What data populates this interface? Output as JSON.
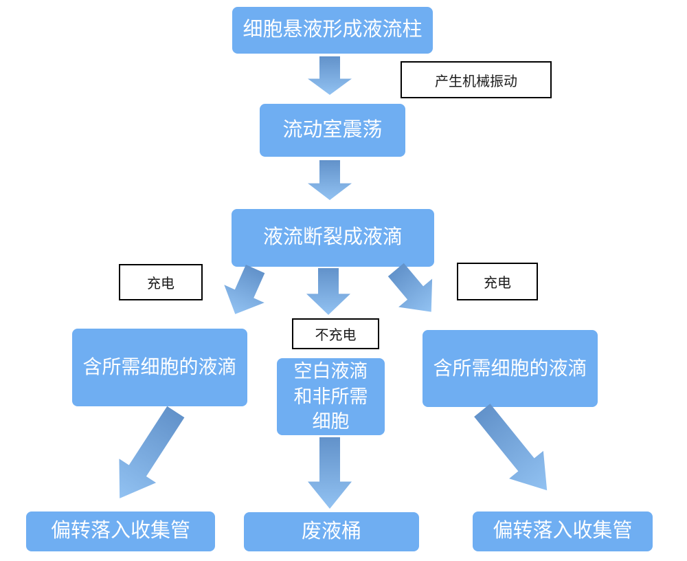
{
  "diagram": {
    "type": "flowchart",
    "nodes": {
      "cell_suspension": "细胞悬液形成液流柱",
      "flow_chamber": "流动室震荡",
      "stream_breaks": "液流断裂成液滴",
      "left_droplet": "含所需细胞的液滴",
      "middle_droplet": "空白液滴\n和非所需\n细胞",
      "right_droplet": "含所需细胞的液滴",
      "left_collect": "偏转落入收集管",
      "waste": "废液桶",
      "right_collect": "偏转落入收集管"
    },
    "labels": {
      "mechanical_vibration": "产生机械振动",
      "charge_left": "充电",
      "no_charge": "不充电",
      "charge_right": "充电"
    },
    "colors": {
      "node_fill": "#6FAEF2",
      "node_text": "#FFFFFF",
      "arrow_gradient_start": "#6292CA",
      "arrow_gradient_end": "#92C2F2",
      "label_border": "#000000",
      "label_text": "#1A1A1A",
      "background": "#FFFFFF"
    }
  }
}
